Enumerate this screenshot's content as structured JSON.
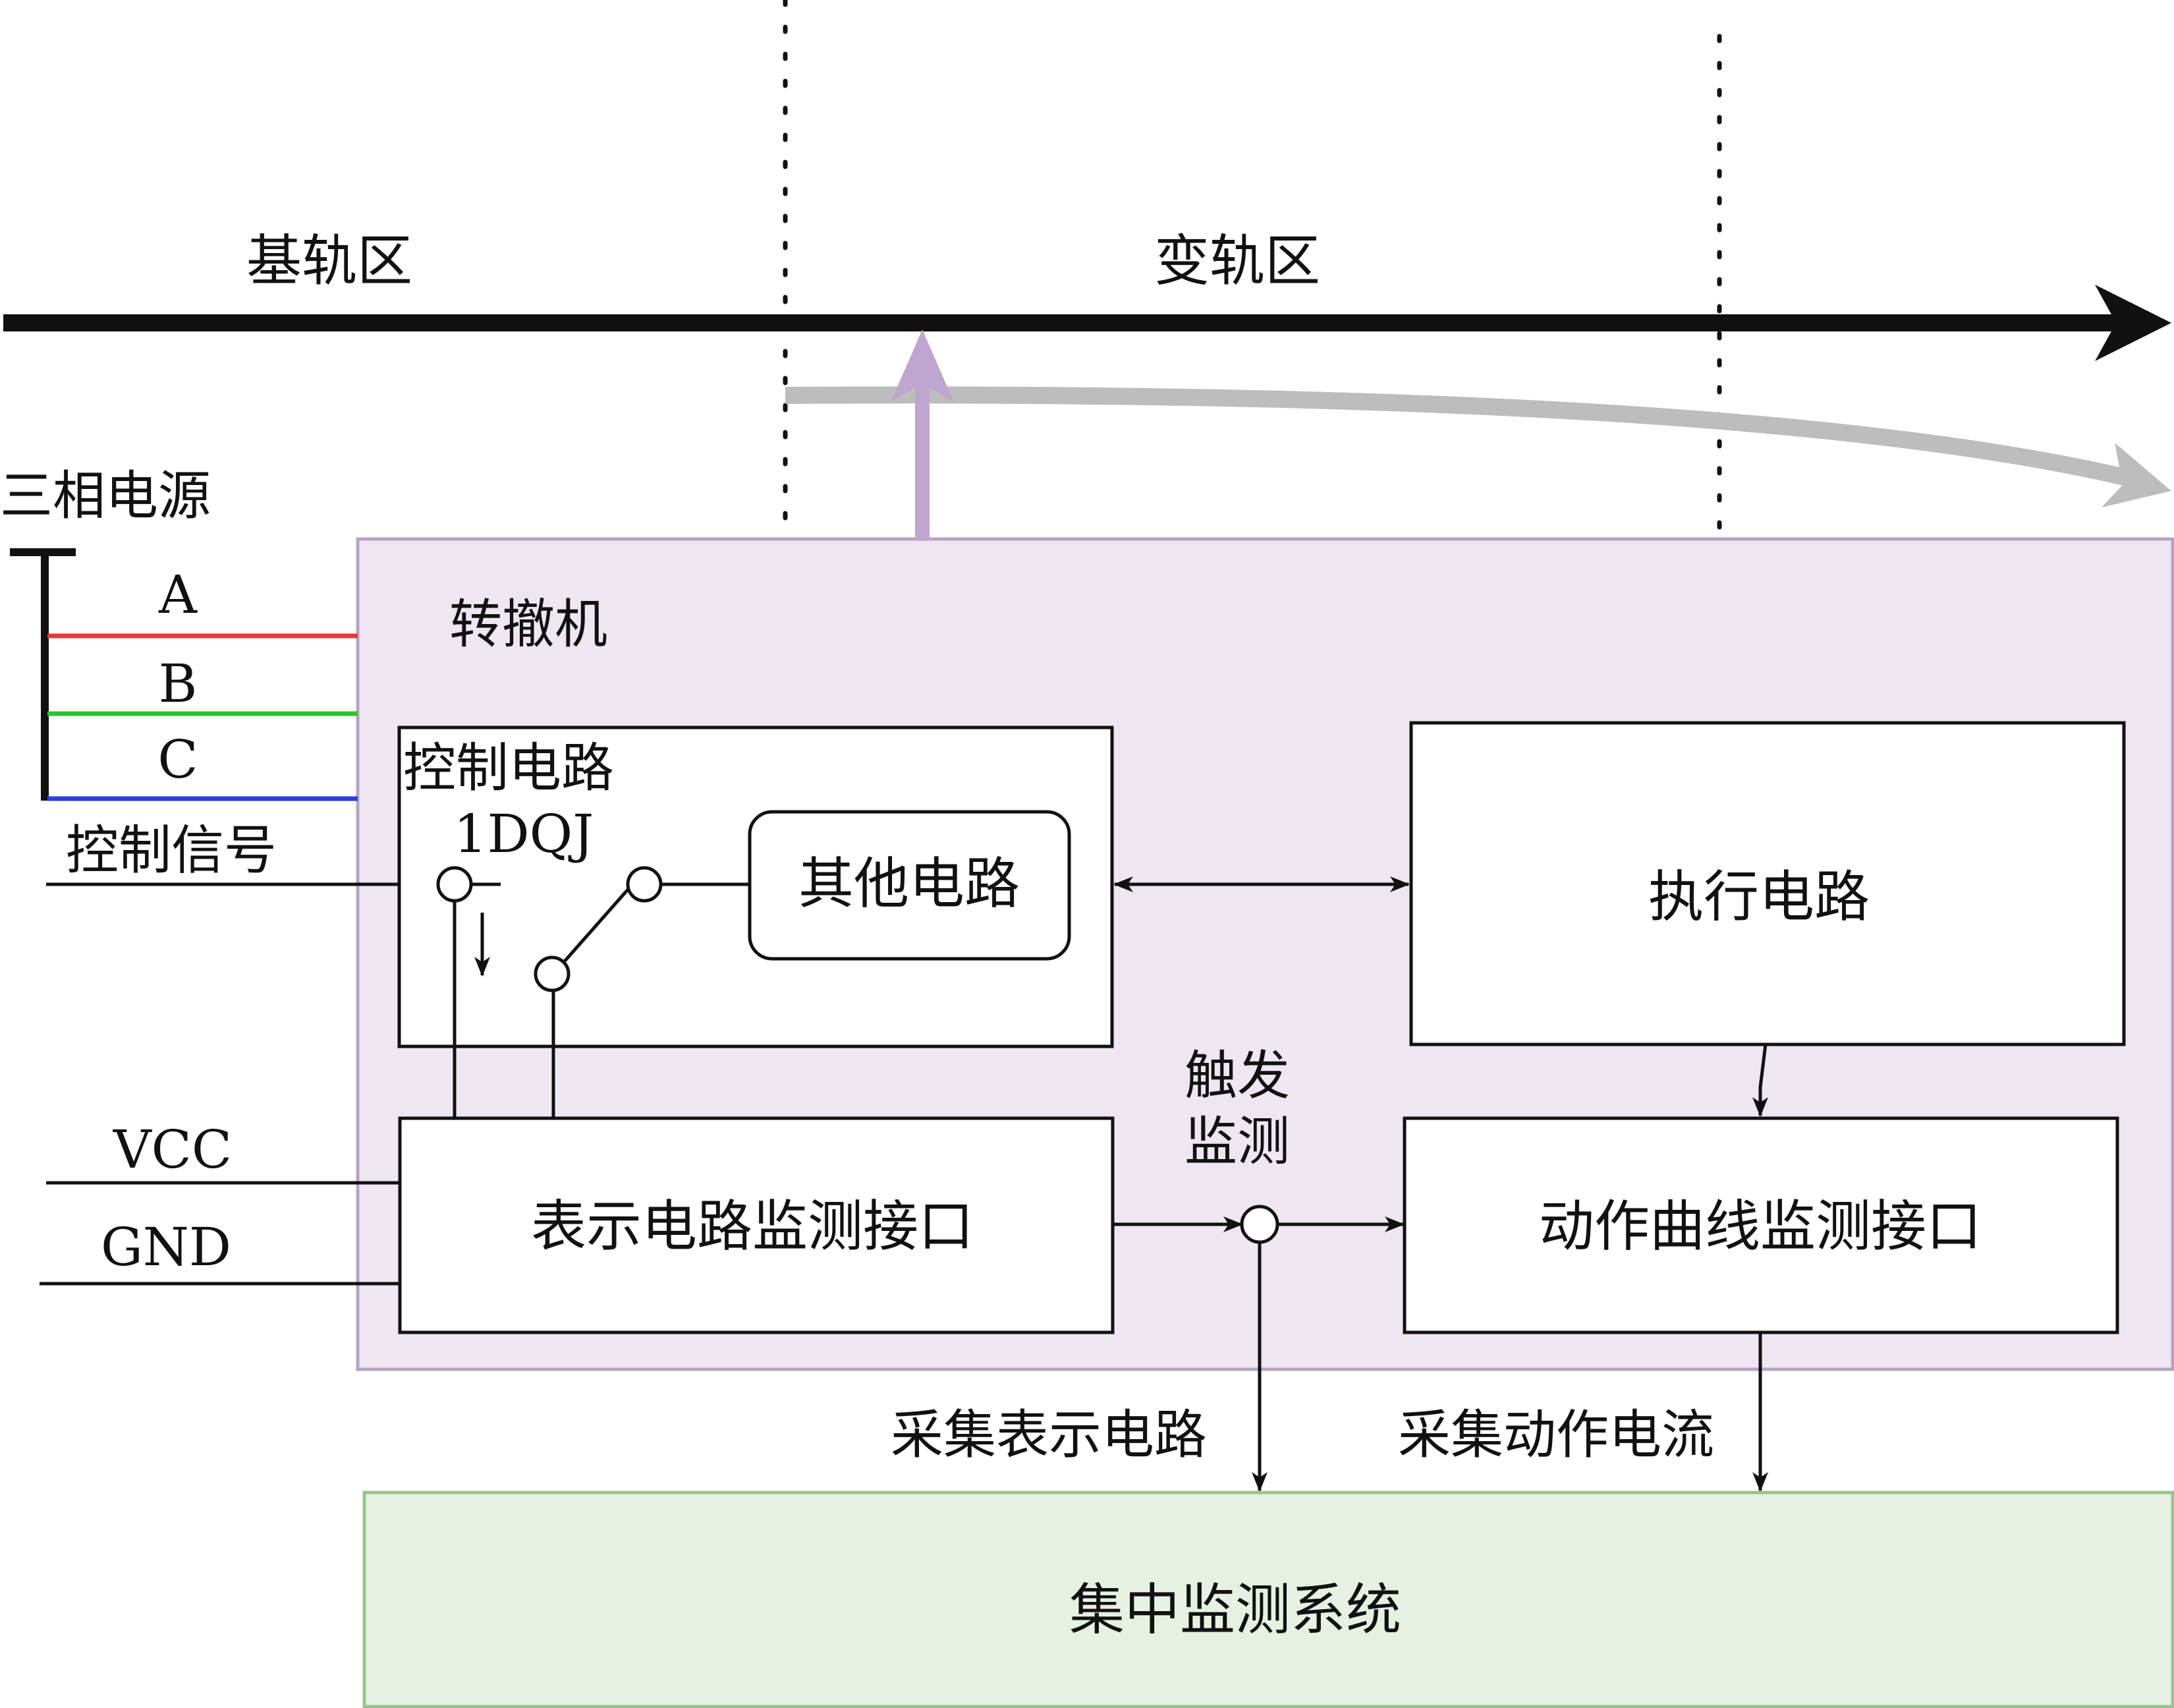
{
  "track": {
    "base_zone_label": "基轨区",
    "switch_zone_label": "变轨区"
  },
  "power": {
    "title": "三相电源",
    "phase_a": "A",
    "phase_b": "B",
    "phase_c": "C"
  },
  "inputs": {
    "control_signal": "控制信号",
    "vcc": "VCC",
    "gnd": "GND"
  },
  "machine": {
    "title": "转撤机",
    "control_circuit": "控制电路",
    "relay": "1DQJ",
    "other_circuit": "其他电路",
    "exec_circuit": "执行电路",
    "indication_interface": "表示电路监测接口",
    "trigger_line1": "触发",
    "trigger_line2": "监测",
    "action_curve_interface": "动作曲线监测接口"
  },
  "outputs": {
    "collect_indication": "采集表示电路",
    "collect_current": "采集动作电流"
  },
  "system": {
    "title": "集中监测系统"
  },
  "colors": {
    "machine_fill": "#EEE6F0",
    "machine_border": "#B7A3C4",
    "system_fill": "#E6F1E2",
    "system_border": "#97C48A",
    "phase_a": "#E53935",
    "phase_b": "#2EC42E",
    "phase_c": "#2A3FE0",
    "up_arrow": "#BFA6CF",
    "curve_arrow": "#BDBDBD"
  },
  "icons": {
    "track_arrow": "arrow-right-icon",
    "relay_contact": "contact-circle-icon"
  }
}
